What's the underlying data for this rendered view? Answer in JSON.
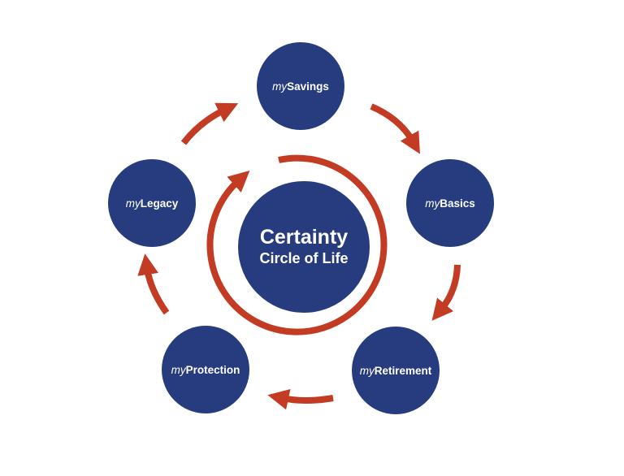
{
  "colors": {
    "node_fill": "#273c7e",
    "arrow": "#c23b22",
    "text": "#ffffff",
    "background": "#ffffff"
  },
  "center": {
    "title": "Certainty",
    "subtitle": "Circle of Life"
  },
  "nodes": [
    {
      "prefix": "my",
      "label": "Savings"
    },
    {
      "prefix": "my",
      "label": "Basics"
    },
    {
      "prefix": "my",
      "label": "Retirement"
    },
    {
      "prefix": "my",
      "label": "Protection"
    },
    {
      "prefix": "my",
      "label": "Legacy"
    }
  ]
}
